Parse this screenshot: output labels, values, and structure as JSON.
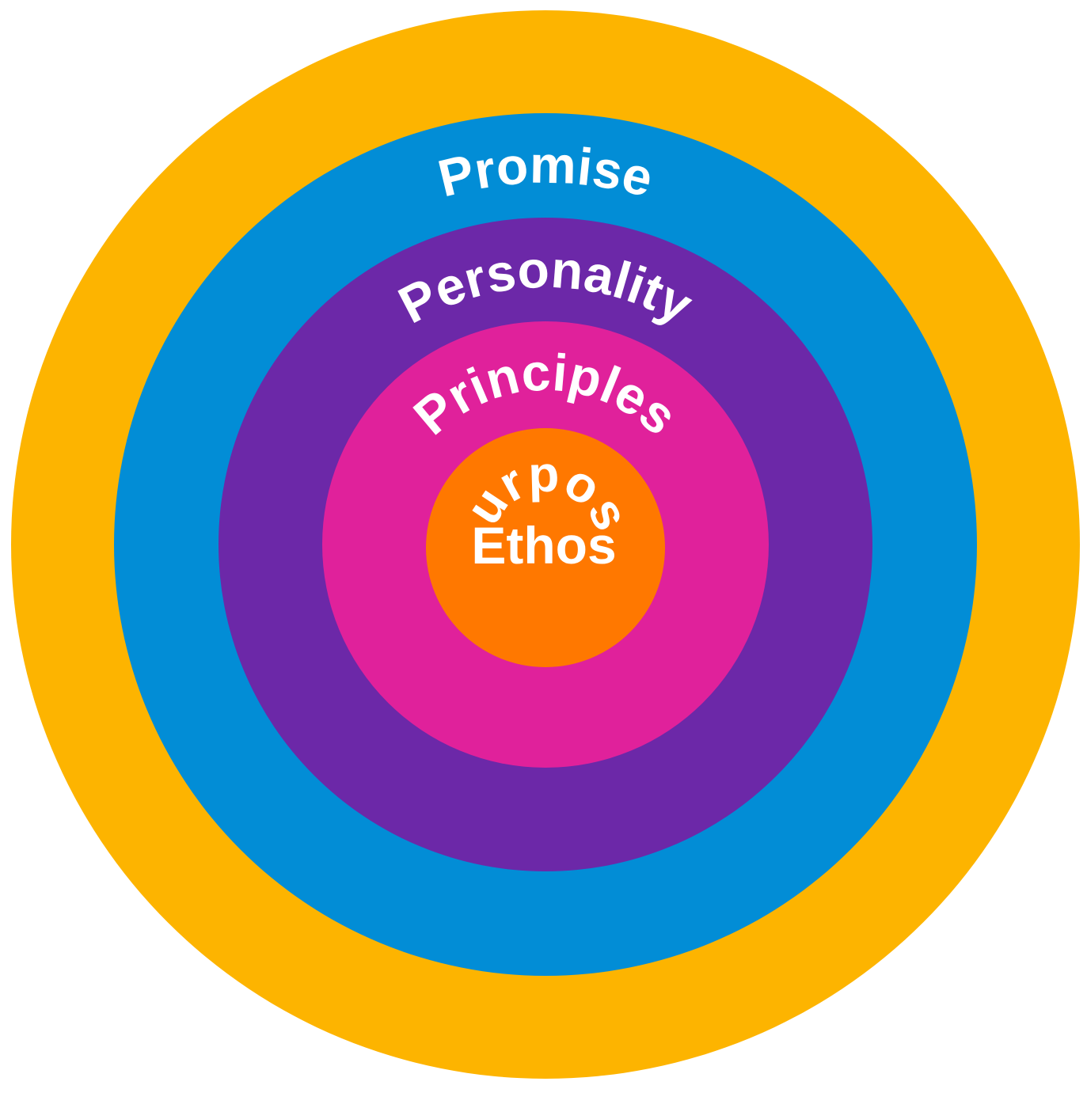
{
  "diagram": {
    "rings": [
      {
        "label": "Promise",
        "color": "#FDB400"
      },
      {
        "label": "Personality",
        "color": "#028DD6"
      },
      {
        "label": "Principles",
        "color": "#6C28A8"
      },
      {
        "label": "Purpose",
        "color": "#E0219B"
      }
    ],
    "core": {
      "label": "Ethos",
      "color": "#FF7800"
    },
    "text_color": "#FFFFFF"
  }
}
